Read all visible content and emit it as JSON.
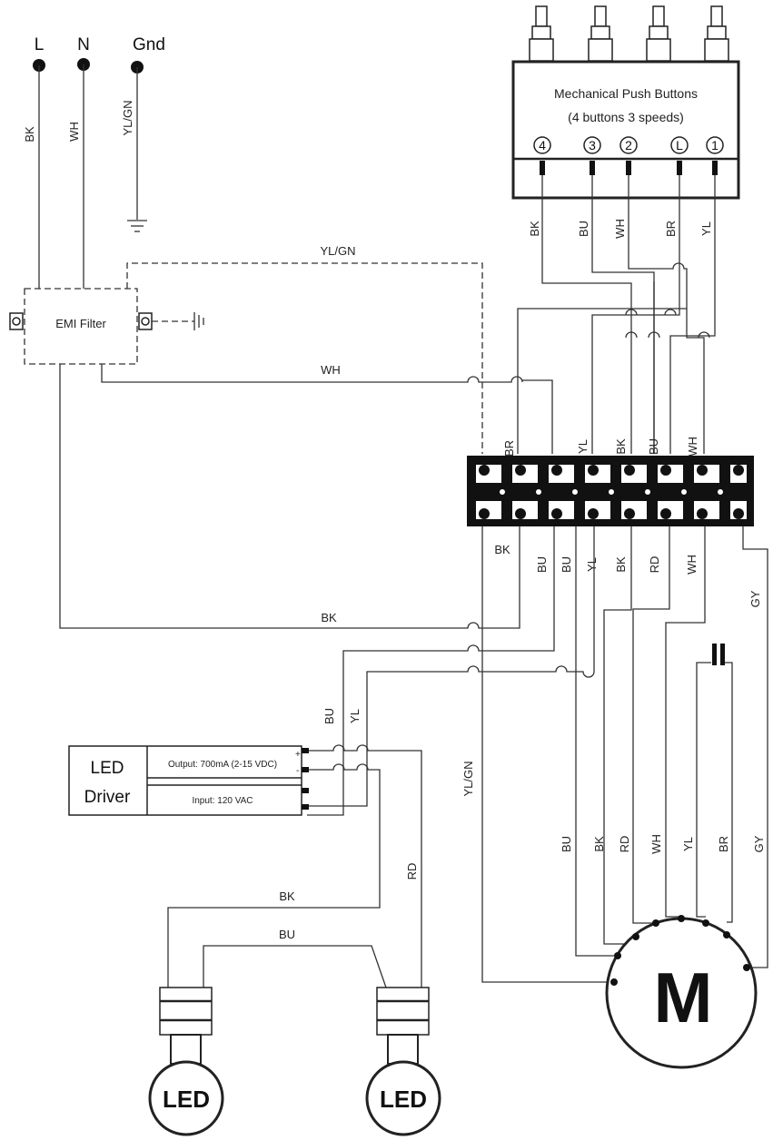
{
  "supply": {
    "line": "L",
    "neutral": "N",
    "ground": "Gnd",
    "wire_line": "BK",
    "wire_neutral": "WH",
    "wire_ground": "YL/GN"
  },
  "emi_filter": {
    "label": "EMI Filter"
  },
  "push_buttons": {
    "title": "Mechanical Push Buttons",
    "subtitle": "(4 buttons 3 speeds)",
    "buttons": [
      "4",
      "3",
      "2",
      "L",
      "1"
    ],
    "wires": [
      "BK",
      "BU",
      "WH",
      "BR",
      "YL"
    ]
  },
  "terminal_block": {
    "top_wires": [
      "BR",
      "YL",
      "BK",
      "BU",
      "WH"
    ],
    "bottom_wires": [
      "BK",
      "BU",
      "BU",
      "YL",
      "BK",
      "RD",
      "WH",
      "GY"
    ]
  },
  "wires": {
    "emi_ground": "YL/GN",
    "emi_white": "WH",
    "emi_black": "BK",
    "driver_bu": "BU",
    "driver_yl": "YL",
    "motor_ground": "YL/GN",
    "led_bk": "BK",
    "led_bu": "BU",
    "led_rd": "RD"
  },
  "led_driver": {
    "label_line1": "LED",
    "label_line2": "Driver",
    "output": "Output: 700mA (2-15 VDC)",
    "input": "Input: 120 VAC",
    "plus": "+",
    "minus": "-"
  },
  "motor": {
    "label": "M",
    "leads": [
      "BU",
      "BK",
      "RD",
      "WH",
      "YL",
      "BR",
      "GY"
    ]
  },
  "leds": {
    "label_left": "LED",
    "label_right": "LED"
  }
}
